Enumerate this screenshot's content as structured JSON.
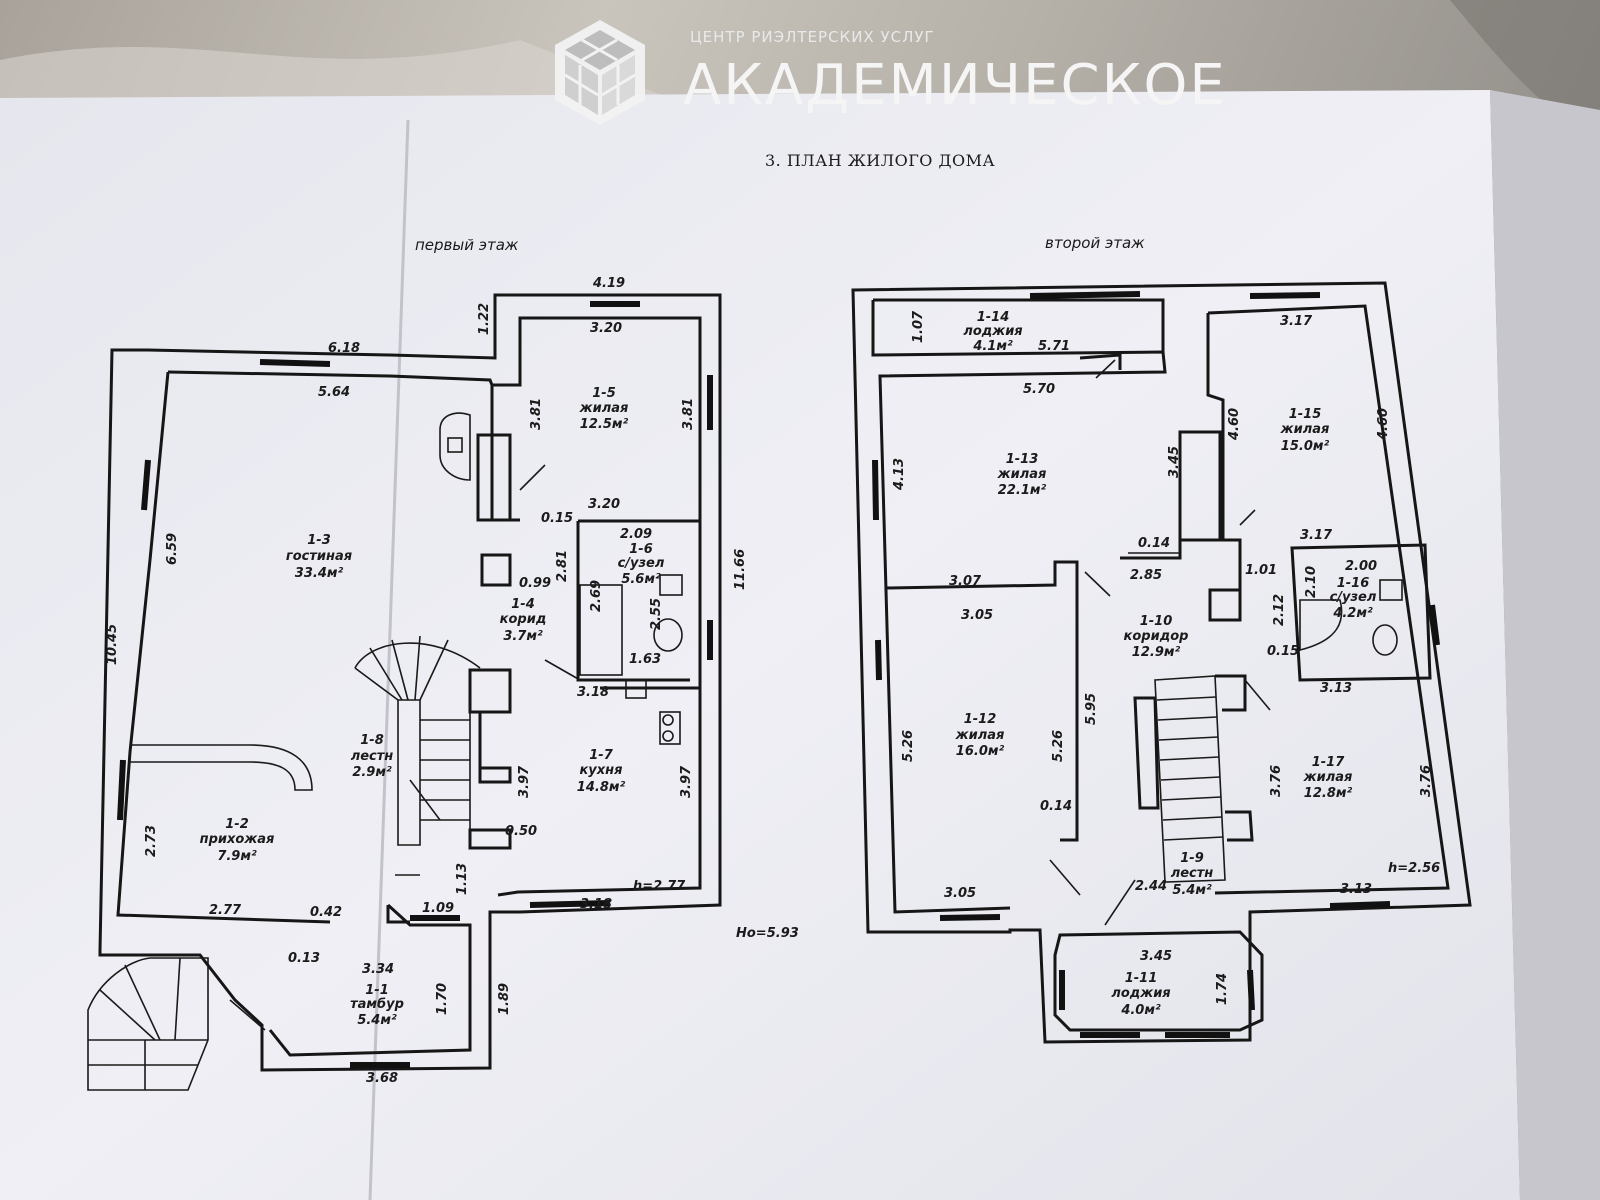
{
  "logo": {
    "subtitle": "ЦЕНТР РИЭЛТЕРСКИХ УСЛУГ",
    "name": "АКАДЕМИЧЕСКОЕ"
  },
  "document": {
    "title": "3. ПЛАН ЖИЛОГО ДОМА"
  },
  "floor1": {
    "title": "первый этаж",
    "rooms": [
      {
        "id": "1-1",
        "name": "тамбур",
        "area": "5.4м²"
      },
      {
        "id": "1-2",
        "name": "прихожая",
        "area": "7.9м²"
      },
      {
        "id": "1-3",
        "name": "гостиная",
        "area": "33.4м²"
      },
      {
        "id": "1-4",
        "name": "корид",
        "area": "3.7м²"
      },
      {
        "id": "1-5",
        "name": "жилая",
        "area": "12.5м²"
      },
      {
        "id": "1-6",
        "name": "с/узел",
        "area": "5.6м²"
      },
      {
        "id": "1-7",
        "name": "кухня",
        "area": "14.8м²"
      },
      {
        "id": "1-8",
        "name": "лестн",
        "area": "2.9м²"
      }
    ],
    "dims": [
      "4.19",
      "3.20",
      "1.22",
      "6.18",
      "5.64",
      "3.81",
      "3.81",
      "3.20",
      "0.15",
      "2.09",
      "0.99",
      "2.81",
      "2.69",
      "2.55",
      "1.63",
      "11.66",
      "6.59",
      "10.45",
      "3.18",
      "3.97",
      "3.97",
      "0.50",
      "2.73",
      "2.77",
      "0.42",
      "1.13",
      "1.09",
      "3.18",
      "0.13",
      "3.34",
      "1.70",
      "1.89",
      "3.68"
    ],
    "height": "h=2.77",
    "total_height": "Hо=5.93"
  },
  "floor2": {
    "title": "второй этаж",
    "rooms": [
      {
        "id": "1-9",
        "name": "лестн",
        "area": "5.4м²"
      },
      {
        "id": "1-10",
        "name": "коридор",
        "area": "12.9м²"
      },
      {
        "id": "1-11",
        "name": "лоджия",
        "area": "4.0м²"
      },
      {
        "id": "1-12",
        "name": "жилая",
        "area": "16.0м²"
      },
      {
        "id": "1-13",
        "name": "жилая",
        "area": "22.1м²"
      },
      {
        "id": "1-14",
        "name": "лоджия",
        "area": "4.1м²"
      },
      {
        "id": "1-15",
        "name": "жилая",
        "area": "15.0м²"
      },
      {
        "id": "1-16",
        "name": "с/узел",
        "area": "4.2м²"
      },
      {
        "id": "1-17",
        "name": "жилая",
        "area": "12.8м²"
      }
    ],
    "dims": [
      "1.07",
      "5.71",
      "5.70",
      "3.17",
      "4.60",
      "4.60",
      "4.13",
      "3.45",
      "0.14",
      "1.01",
      "3.17",
      "2.00",
      "2.85",
      "3.07",
      "3.05",
      "2.10",
      "2.12",
      "0.15",
      "3.13",
      "5.95",
      "5.26",
      "5.26",
      "0.14",
      "3.76",
      "3.76",
      "3.05",
      "2.44",
      "3.13",
      "3.45",
      "1.74"
    ],
    "height": "h=2.56"
  },
  "colors": {
    "paper": "#ededf3",
    "line": "#161616",
    "logo": "#f5f5f5"
  }
}
